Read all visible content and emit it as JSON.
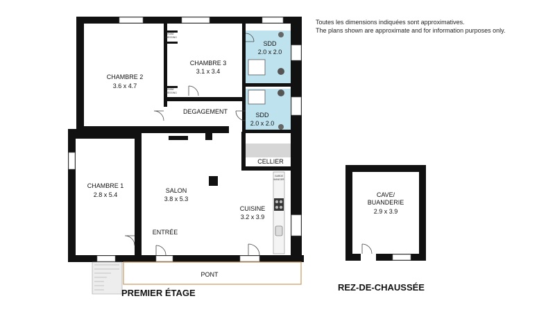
{
  "disclaimer": {
    "line_fr": "Toutes les dimensions indiquées sont approximatives.",
    "line_en": "The plans shown are approximate and for information purposes only."
  },
  "floors": {
    "upper": "PREMIER ÉTAGE",
    "ground": "REZ-DE-CHAUSSÉE"
  },
  "rooms": {
    "chambre2": {
      "name": "CHAMBRE 2",
      "size": "3.6 x 4.7"
    },
    "chambre3": {
      "name": "CHAMBRE 3",
      "size": "3.1 x 3.4"
    },
    "sdd1": {
      "name": "SDD",
      "size": "2.0 x 2.0"
    },
    "sdd2": {
      "name": "SDD",
      "size": "2.0 x 2.0"
    },
    "degagement": {
      "name": "DEGAGEMENT"
    },
    "cellier": {
      "name": "CELLIER"
    },
    "chambre1": {
      "name": "CHAMBRE 1",
      "size": "2.8 x 5.4"
    },
    "salon": {
      "name": "SALON",
      "size": "3.8 x 5.3"
    },
    "cuisine": {
      "name": "CUISINE",
      "size": "3.2 x 3.9"
    },
    "entree": {
      "name": "ENTRÉE"
    },
    "pont": {
      "name": "PONT"
    },
    "cave": {
      "name": "CAVE/",
      "name2": "BUANDERIE",
      "size": "2.9 x 3.9"
    }
  },
  "fixtures": {
    "robe_line1": "ROBE",
    "robe_line2": "DRESSING",
    "garde_line1": "GARDE",
    "garde_line2": "MANGER"
  },
  "colors": {
    "wall": "#111111",
    "bathroom": "#bfe3ee",
    "cellier_shelf": "#d6d6d6",
    "deck_edge": "#c99a60",
    "window": "#eeeeee"
  }
}
